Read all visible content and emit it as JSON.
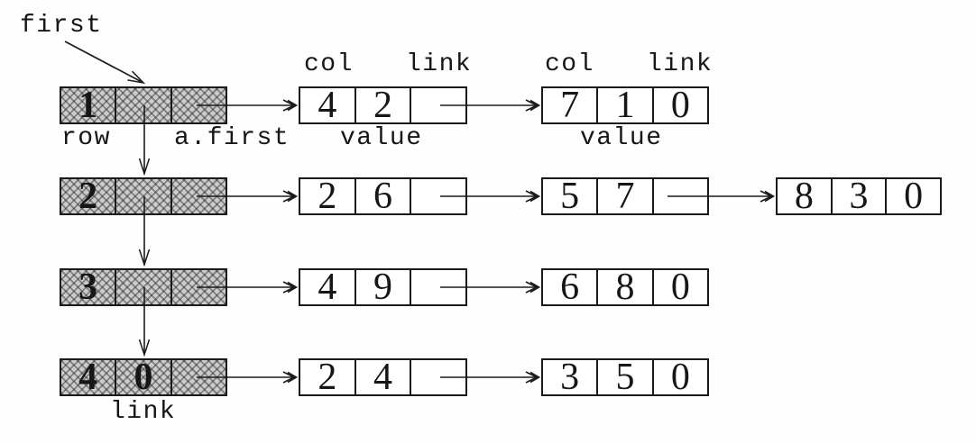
{
  "diagram": {
    "pointer_label": "first",
    "header_labels": {
      "row": "row",
      "a_first": "a.first",
      "link_bottom": "link"
    },
    "node_labels": {
      "col_1": "col",
      "link_1": "link",
      "col_2": "col",
      "link_2": "link",
      "value_1": "value",
      "value_2": "value"
    },
    "rows": [
      {
        "header": [
          "1",
          "",
          ""
        ],
        "nodes": [
          [
            "4",
            "2",
            ""
          ],
          [
            "7",
            "1",
            "0"
          ]
        ]
      },
      {
        "header": [
          "2",
          "",
          ""
        ],
        "nodes": [
          [
            "2",
            "6",
            ""
          ],
          [
            "5",
            "7",
            ""
          ],
          [
            "8",
            "3",
            "0"
          ]
        ]
      },
      {
        "header": [
          "3",
          "",
          ""
        ],
        "nodes": [
          [
            "4",
            "9",
            ""
          ],
          [
            "6",
            "8",
            "0"
          ]
        ]
      },
      {
        "header": [
          "4",
          "0",
          ""
        ],
        "nodes": [
          [
            "2",
            "4",
            ""
          ],
          [
            "3",
            "5",
            "0"
          ]
        ]
      }
    ],
    "colors": {
      "ink": "#1a1a1a",
      "hatch_fill": "#cccccc",
      "background": "#fefefe"
    }
  }
}
